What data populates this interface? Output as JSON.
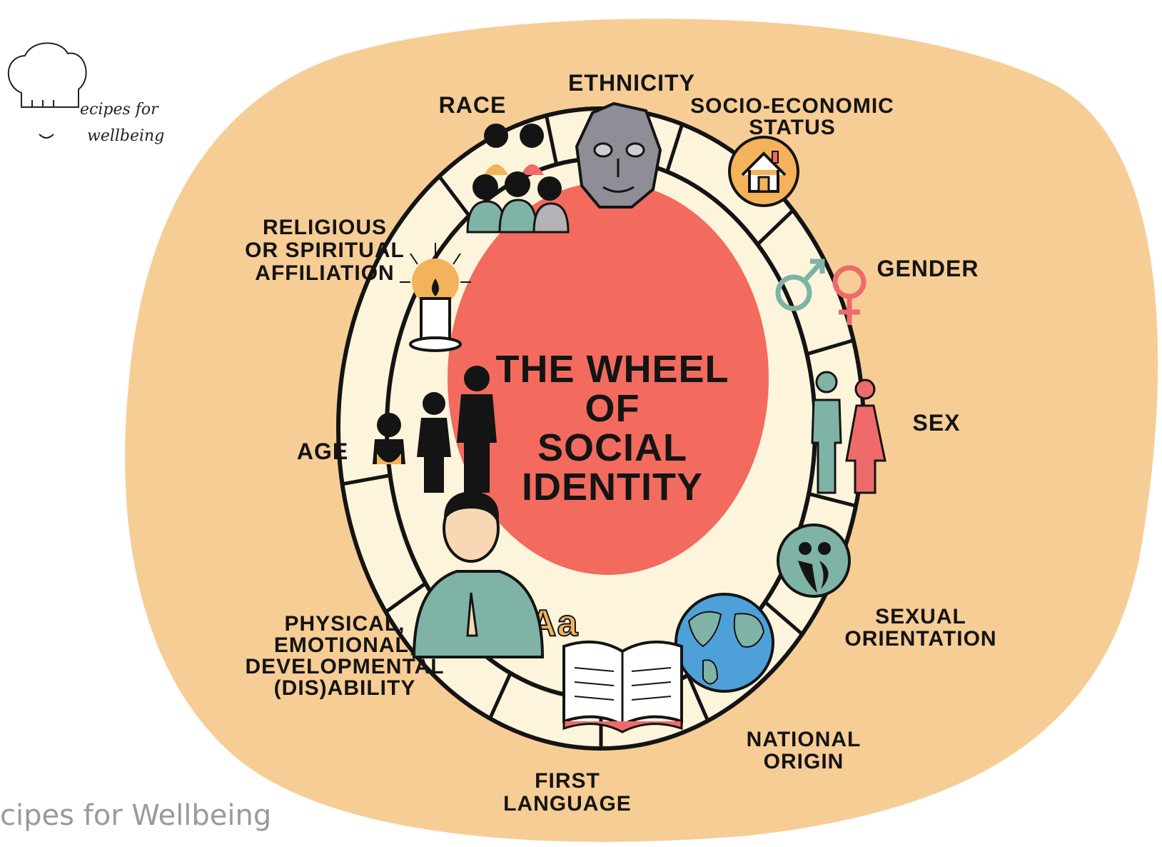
{
  "logo": {
    "line1": "ecipes for",
    "line2": "wellbeing"
  },
  "credit": "cipes for Wellbeing",
  "center_title": [
    "THE WHEEL",
    "OF",
    "SOCIAL",
    "IDENTITY"
  ],
  "segments": {
    "race": [
      "RACE"
    ],
    "ethnicity": [
      "ETHNICITY"
    ],
    "socio_economic_status": [
      "SOCIO-ECONOMIC",
      "STATUS"
    ],
    "gender": [
      "GENDER"
    ],
    "sex": [
      "SEX"
    ],
    "sexual_orientation": [
      "SEXUAL",
      "ORIENTATION"
    ],
    "national_origin": [
      "NATIONAL",
      "ORIGIN"
    ],
    "first_language": [
      "FIRST",
      "LANGUAGE"
    ],
    "disability": [
      "PHYSICAL,",
      "EMOTIONAL,",
      "DEVELOPMENTAL",
      "(DIS)ABILITY"
    ],
    "age": [
      "AGE"
    ],
    "religion": [
      "RELIGIOUS",
      "OR SPIRITUAL",
      "AFFILIATION"
    ]
  },
  "language_icon_text": "Aa",
  "colors": {
    "outer_blob": "#f7cd96",
    "ring": "#fdf4dc",
    "center": "#f26b5e",
    "teal": "#7fb3a6",
    "orange": "#f4b35b",
    "pink": "#ef6a6a",
    "dark": "#141414"
  }
}
